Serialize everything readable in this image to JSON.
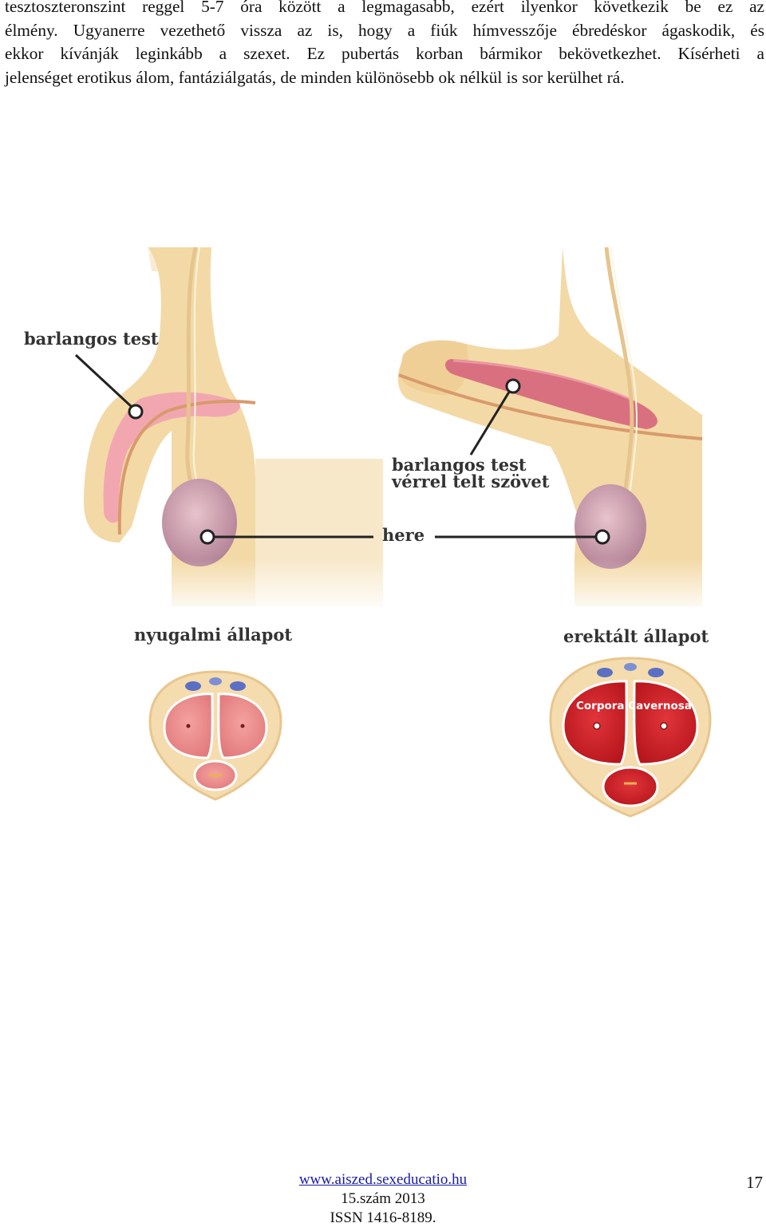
{
  "body_text": {
    "lines": [
      "tesztoszteronszint reggel 5-7 óra között a legmagasabb, ezért ilyenkor következik be ez az",
      "élmény. Ugyanerre vezethető vissza az is, hogy a fiúk hímvesszője ébredéskor ágaskodik, és",
      "ekkor kívánják leginkább a szexet. Ez pubertás korban bármikor bekövetkezhet. Kísérheti a",
      "jelenséget erotikus álom, fantáziálgatás, de minden különösebb ok nélkül is sor kerülhet rá."
    ]
  },
  "figure": {
    "label_corpus_flaccid": "barlangos test",
    "label_corpus_erect_1": "barlangos test",
    "label_corpus_erect_2": "vérrel telt szövet",
    "label_testis": "here",
    "caption_flaccid": "nyugalmi állapot",
    "caption_erect": "erektált állapot",
    "cross_section_label": "Corpora Cavernosa",
    "colors": {
      "skin": "#f3d9a6",
      "skin_shadow": "#e2bf82",
      "tissue_flaccid": "#f2a7b0",
      "tissue_erect": "#d9707f",
      "testis": "#c99aa8",
      "blood_red": "#d8262c",
      "pale_red": "#ef8a8a"
    }
  },
  "footer": {
    "url": "www.aiszed.sexeducatio.hu",
    "issue": "15.szám 2013",
    "issn": "ISSN 1416-8189."
  },
  "page_number": "17"
}
